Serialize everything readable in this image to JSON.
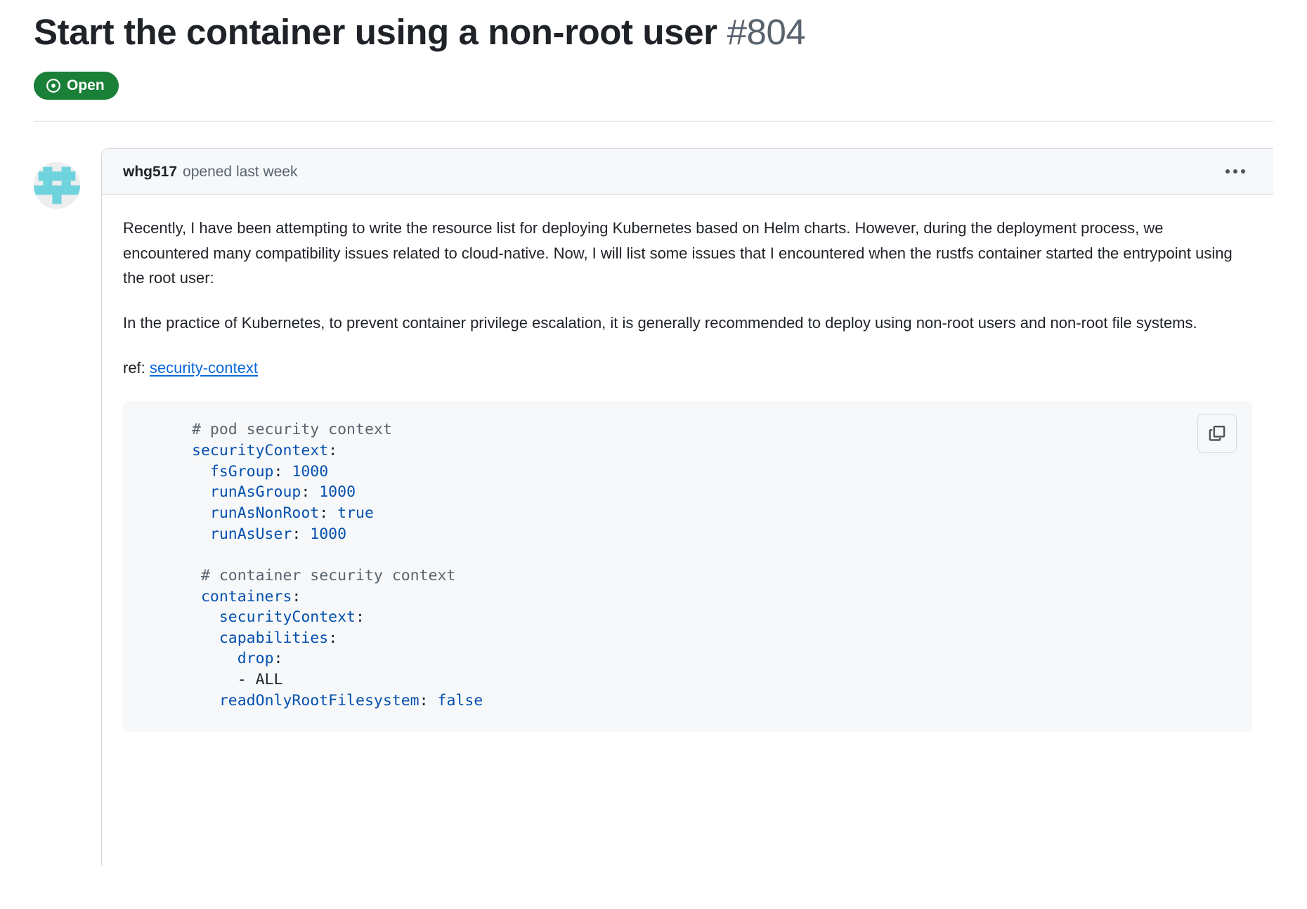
{
  "issue": {
    "title": "Start the container using a non-root user",
    "number": "#804",
    "state_label": "Open",
    "state_color": "#1a7f37"
  },
  "comment": {
    "author": "whg517",
    "meta": "opened last week",
    "menu_icon": "kebab-horizontal-icon",
    "avatar_icon": "identicon-avatar",
    "paragraphs": [
      "Recently, I have been attempting to write the resource list for deploying Kubernetes based on Helm charts. However, during the deployment process, we encountered many compatibility issues related to cloud-native. Now, I will list some issues that I encountered when the rustfs container started the entrypoint using the root user:",
      "In the practice of Kubernetes, to prevent container privilege escalation, it is generally recommended to deploy using non-root users and non-root file systems."
    ],
    "ref_prefix": "ref:",
    "ref_link_text": "security-context"
  },
  "code_block": {
    "language": "yaml",
    "copy_label": "copy-icon",
    "lines": [
      [
        {
          "t": "comment",
          "v": "# pod security context"
        }
      ],
      [
        {
          "t": "key",
          "v": "securityContext"
        },
        {
          "t": "punct",
          "v": ":"
        }
      ],
      [
        {
          "t": "plain",
          "v": "  "
        },
        {
          "t": "key",
          "v": "fsGroup"
        },
        {
          "t": "punct",
          "v": ": "
        },
        {
          "t": "val",
          "v": "1000"
        }
      ],
      [
        {
          "t": "plain",
          "v": "  "
        },
        {
          "t": "key",
          "v": "runAsGroup"
        },
        {
          "t": "punct",
          "v": ": "
        },
        {
          "t": "val",
          "v": "1000"
        }
      ],
      [
        {
          "t": "plain",
          "v": "  "
        },
        {
          "t": "key",
          "v": "runAsNonRoot"
        },
        {
          "t": "punct",
          "v": ": "
        },
        {
          "t": "val",
          "v": "true"
        }
      ],
      [
        {
          "t": "plain",
          "v": "  "
        },
        {
          "t": "key",
          "v": "runAsUser"
        },
        {
          "t": "punct",
          "v": ": "
        },
        {
          "t": "val",
          "v": "1000"
        }
      ],
      [
        {
          "t": "plain",
          "v": ""
        }
      ],
      [
        {
          "t": "comment",
          "v": " # container security context"
        }
      ],
      [
        {
          "t": "plain",
          "v": " "
        },
        {
          "t": "key",
          "v": "containers"
        },
        {
          "t": "punct",
          "v": ":"
        }
      ],
      [
        {
          "t": "plain",
          "v": "   "
        },
        {
          "t": "key",
          "v": "securityContext"
        },
        {
          "t": "punct",
          "v": ":"
        }
      ],
      [
        {
          "t": "plain",
          "v": "   "
        },
        {
          "t": "key",
          "v": "capabilities"
        },
        {
          "t": "punct",
          "v": ":"
        }
      ],
      [
        {
          "t": "plain",
          "v": "     "
        },
        {
          "t": "key",
          "v": "drop"
        },
        {
          "t": "punct",
          "v": ":"
        }
      ],
      [
        {
          "t": "plain",
          "v": "     - ALL"
        }
      ],
      [
        {
          "t": "plain",
          "v": "   "
        },
        {
          "t": "key",
          "v": "readOnlyRootFilesystem"
        },
        {
          "t": "punct",
          "v": ": "
        },
        {
          "t": "val",
          "v": "false"
        }
      ]
    ]
  }
}
